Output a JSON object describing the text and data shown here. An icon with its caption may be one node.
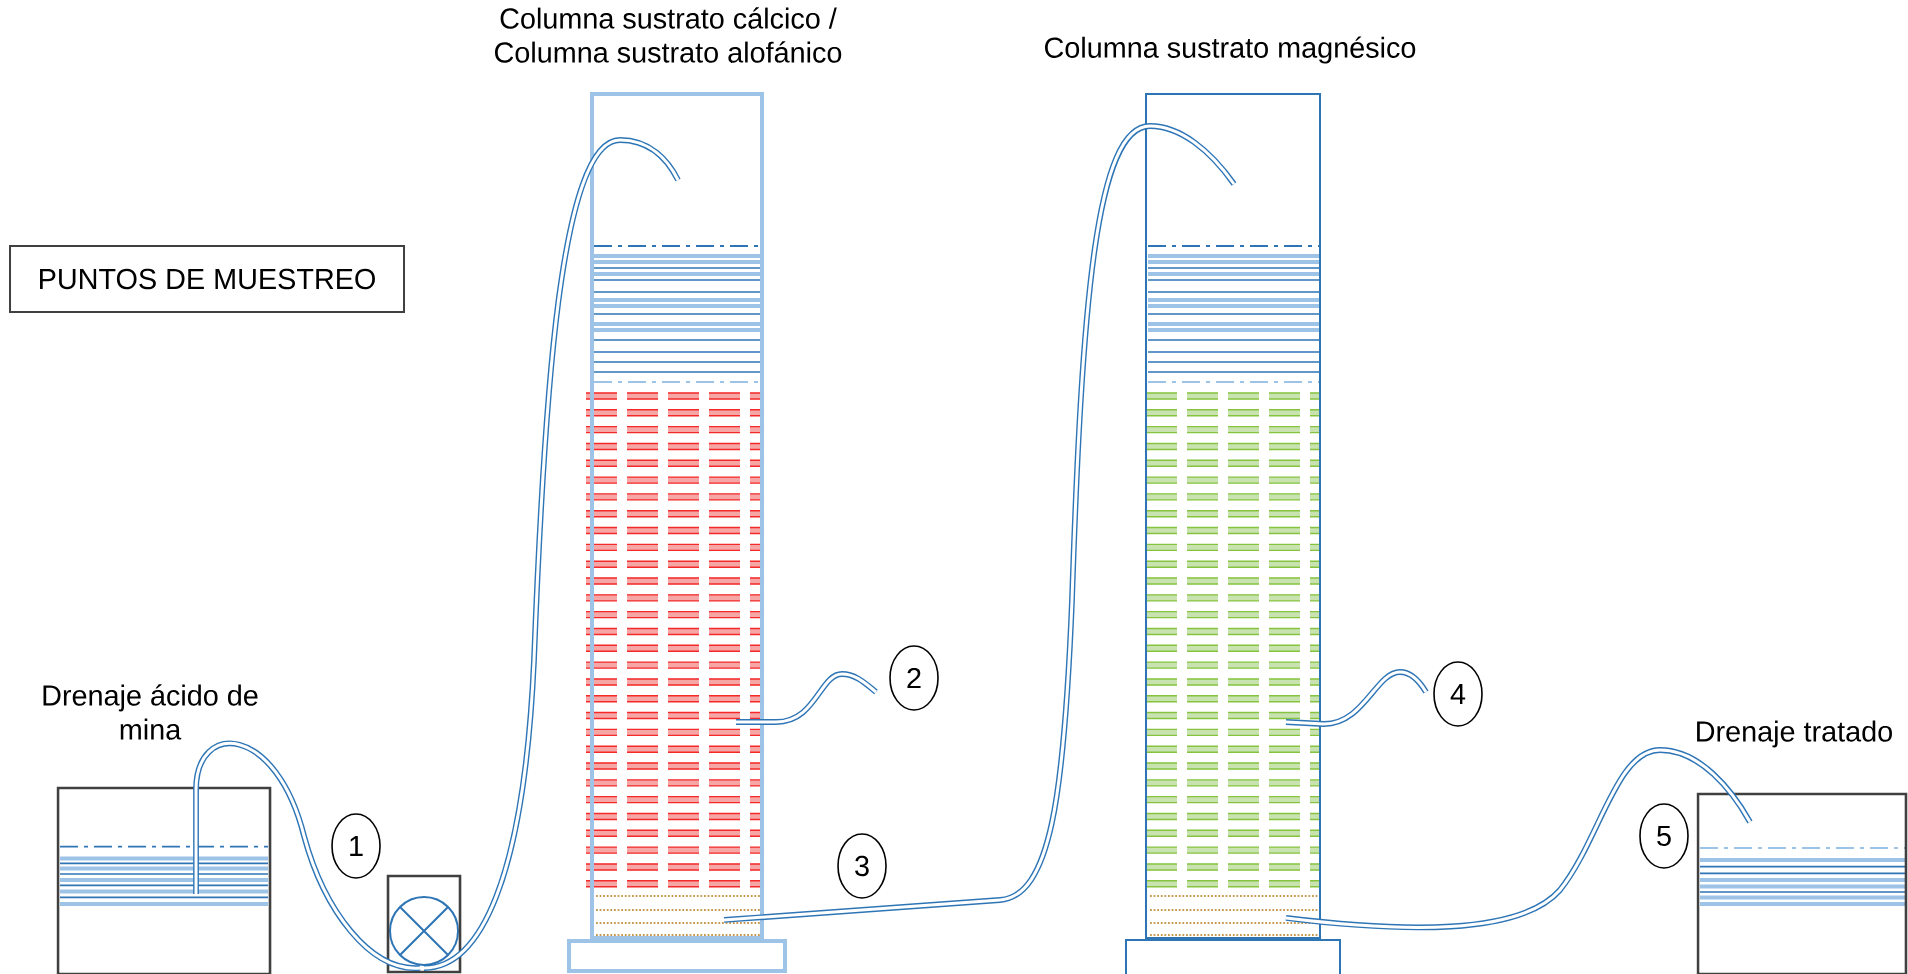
{
  "diagram": {
    "nodes": [
      {
        "text": [
          "PUNTOS DE MUESTREO"
        ]
      },
      {
        "text": [
          "Drenaje ácido de mina"
        ]
      },
      {
        "text": [],
        "shape": "box"
      },
      {
        "text": [
          "Columna sustrato cálcico / Columna sustrato alofánico"
        ]
      },
      {
        "text": [
          "Columna sustrato magnésico"
        ]
      },
      {
        "text": [
          "Drenaje tratado"
        ]
      },
      {
        "text": [
          "1"
        ]
      },
      {
        "text": [
          "2"
        ]
      },
      {
        "text": [
          "3"
        ]
      },
      {
        "text": [
          "4"
        ]
      },
      {
        "text": [
          "5"
        ]
      }
    ],
    "edges": [
      {
        "from": 1,
        "to": 2,
        "arrow": "none"
      },
      {
        "from": 2,
        "to": 3,
        "arrow": "none"
      },
      {
        "from": 3,
        "to": 7,
        "arrow": "none"
      },
      {
        "from": 3,
        "to": 4,
        "arrow": "none"
      },
      {
        "from": 4,
        "to": 9,
        "arrow": "none"
      },
      {
        "from": 4,
        "to": 5,
        "arrow": "none"
      }
    ]
  }
}
